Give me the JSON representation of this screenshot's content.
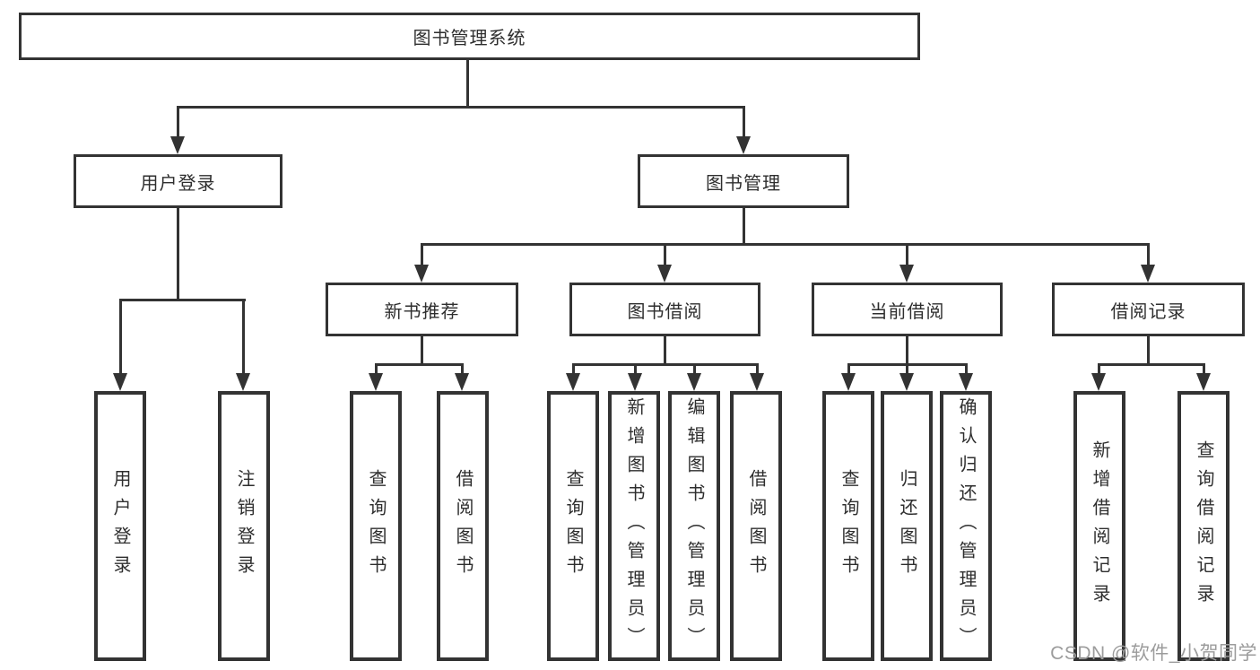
{
  "root": {
    "label": "图书管理系统"
  },
  "level2": [
    {
      "label": "用户登录"
    },
    {
      "label": "图书管理"
    }
  ],
  "level3": [
    {
      "label": "新书推荐",
      "parent": "图书管理"
    },
    {
      "label": "图书借阅",
      "parent": "图书管理"
    },
    {
      "label": "当前借阅",
      "parent": "图书管理"
    },
    {
      "label": "借阅记录",
      "parent": "图书管理"
    }
  ],
  "leaves": [
    {
      "label": "用户登录",
      "parent": "用户登录"
    },
    {
      "label": "注销登录",
      "parent": "用户登录"
    },
    {
      "label": "查询图书",
      "parent": "新书推荐"
    },
    {
      "label": "借阅图书",
      "parent": "新书推荐"
    },
    {
      "label": "查询图书",
      "parent": "图书借阅"
    },
    {
      "label": "新增图书（管理员）",
      "parent": "图书借阅"
    },
    {
      "label": "编辑图书（管理员）",
      "parent": "图书借阅"
    },
    {
      "label": "借阅图书",
      "parent": "图书借阅"
    },
    {
      "label": "查询图书",
      "parent": "当前借阅"
    },
    {
      "label": "归还图书",
      "parent": "当前借阅"
    },
    {
      "label": "确认归还（管理员）",
      "parent": "当前借阅"
    },
    {
      "label": "新增借阅记录",
      "parent": "借阅记录"
    },
    {
      "label": "查询借阅记录",
      "parent": "借阅记录"
    }
  ],
  "watermark": "CSDN @软件_小贺同学",
  "colors": {
    "line": "#333333",
    "text": "#2e2e2e",
    "background": "#ffffff",
    "watermark": "#9c9c9c"
  }
}
